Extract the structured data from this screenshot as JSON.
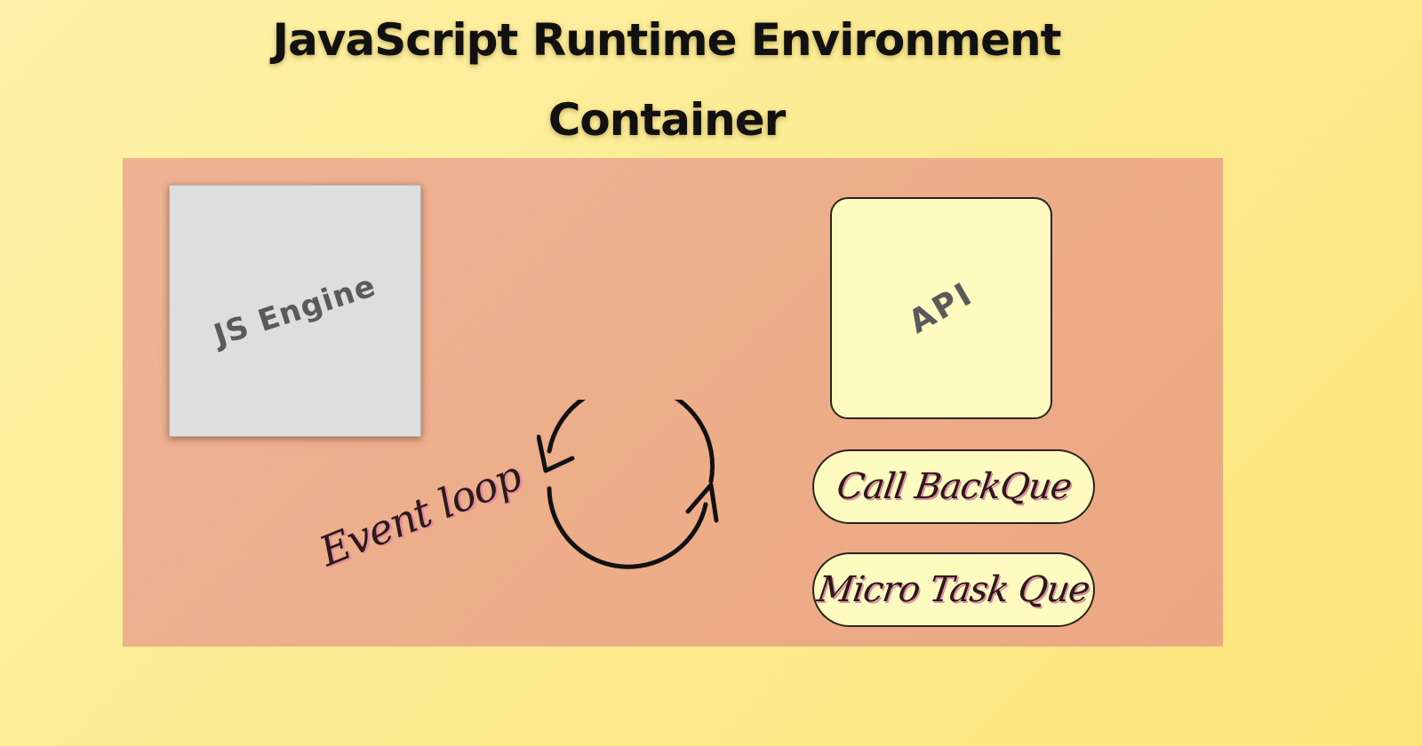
{
  "diagram": {
    "title_line_1": "JavaScript Runtime Environment",
    "title_line_2": "Container",
    "engine_label": "JS Engine",
    "api_label": "API",
    "callback_queue_label": "Call BackQue",
    "microtask_queue_label": "Micro Task Que",
    "event_loop_label": "Event loop",
    "loop_icon": "cycle-arrows-icon"
  },
  "colors": {
    "background": "#fcea8e",
    "container": "#eeb393",
    "engine_box": "#dedede",
    "api_box": "#fefbc1",
    "queue_box": "#fefbc1",
    "label_shadow": "#e58ba0",
    "outline": "#2a2420"
  }
}
